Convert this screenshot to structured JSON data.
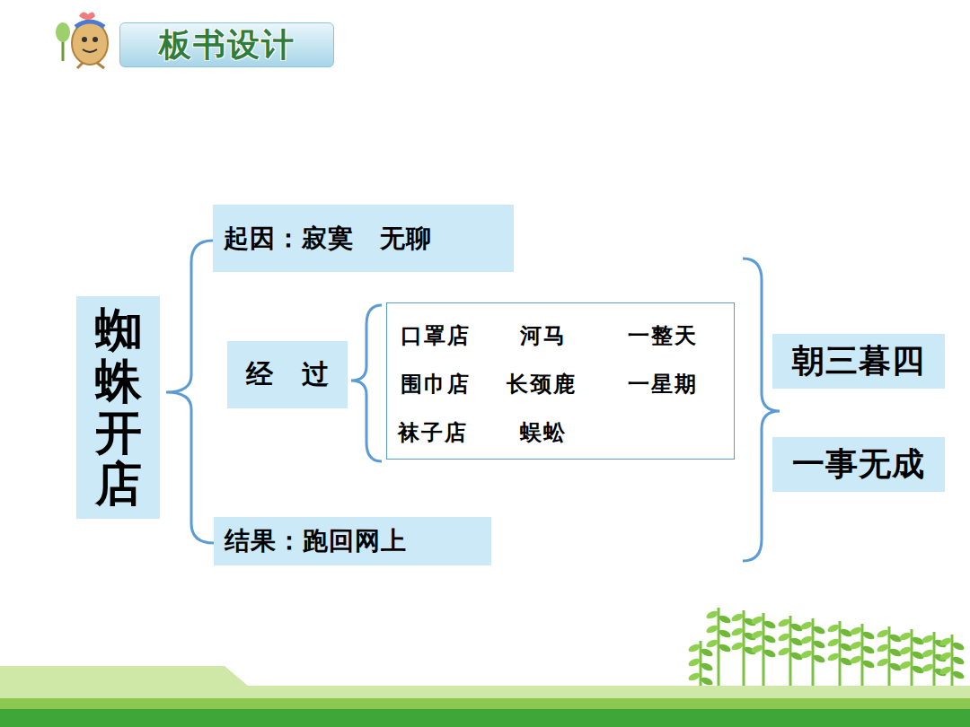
{
  "diagram": {
    "title": "板书设计",
    "nodes": [
      {
        "text": [
          "蜘蛛开店"
        ]
      },
      {
        "text": [
          "起因：寂寞　无聊"
        ]
      },
      {
        "text": [
          "经　过"
        ]
      },
      {
        "text": [
          "口罩店",
          "河马",
          "一整天",
          "围巾店",
          "长颈鹿",
          "一星期",
          "袜子店",
          "蜈蚣"
        ]
      },
      {
        "text": [
          "结果：跑回网上"
        ]
      },
      {
        "text": [
          "朝三暮四"
        ]
      },
      {
        "text": [
          "一事无成"
        ]
      }
    ]
  }
}
